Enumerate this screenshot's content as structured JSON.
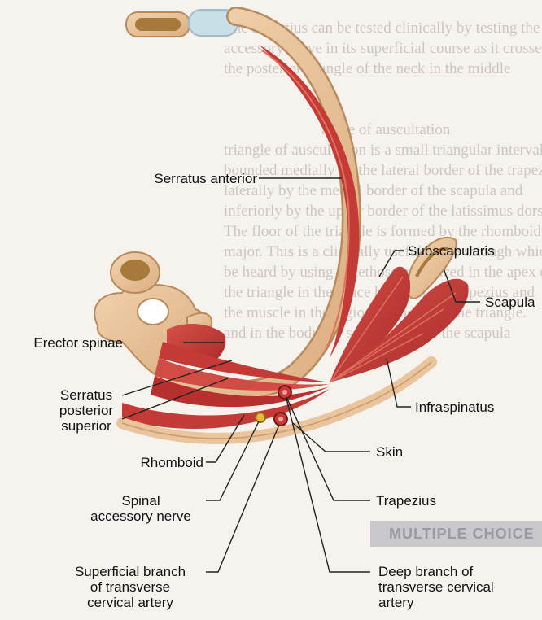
{
  "labels": {
    "serratus_anterior": "Serratus anterior",
    "subscapularis": "Subscapularis",
    "scapula": "Scapula",
    "erector_spinae": "Erector spinae",
    "infraspinatus": "Infraspinatus",
    "serratus_posterior_superior": [
      "Serratus",
      "posterior",
      "superior"
    ],
    "skin": "Skin",
    "rhomboid": "Rhomboid",
    "spinal_accessory_nerve": [
      "Spinal",
      "accessory nerve"
    ],
    "trapezius": "Trapezius",
    "superficial_branch": [
      "Superficial branch",
      "of transverse",
      "cervical artery"
    ],
    "deep_branch": [
      "Deep branch of",
      "transverse cervical",
      "artery"
    ]
  },
  "background_text": {
    "lines": [
      "The trapezius can be tested clinically by testing the",
      "accessory nerve in its superficial course as it crosses",
      "the posterior triangle of the neck in the middle",
      "angle of auscultation",
      "triangle of auscultation is a small triangular interval",
      "bounded medially by the lateral border of the trapezius",
      "laterally by the medial border of the scapula and",
      "inferiorly by the upper border of the latissimus dorsi",
      "The floor of the triangle is formed by the rhomboid",
      "major. This is a clinically useful space through which",
      "be heard by using a stethoscope placed in the apex of",
      "the triangle in the space between the trapezius and",
      "the muscle in the region bounded by the triangle.",
      "and in the body the scapula rotates the scapula"
    ],
    "banner": "MULTIPLE CHOICE"
  },
  "colors": {
    "bone": "#e9c49c",
    "bone_dark": "#b98a5c",
    "marrow": "#a57a3b",
    "muscle": "#c43a36",
    "muscle_light": "#e0705e",
    "cartilage": "#c9dfe8",
    "nerve": "#e8b83a",
    "line": "#222222"
  }
}
